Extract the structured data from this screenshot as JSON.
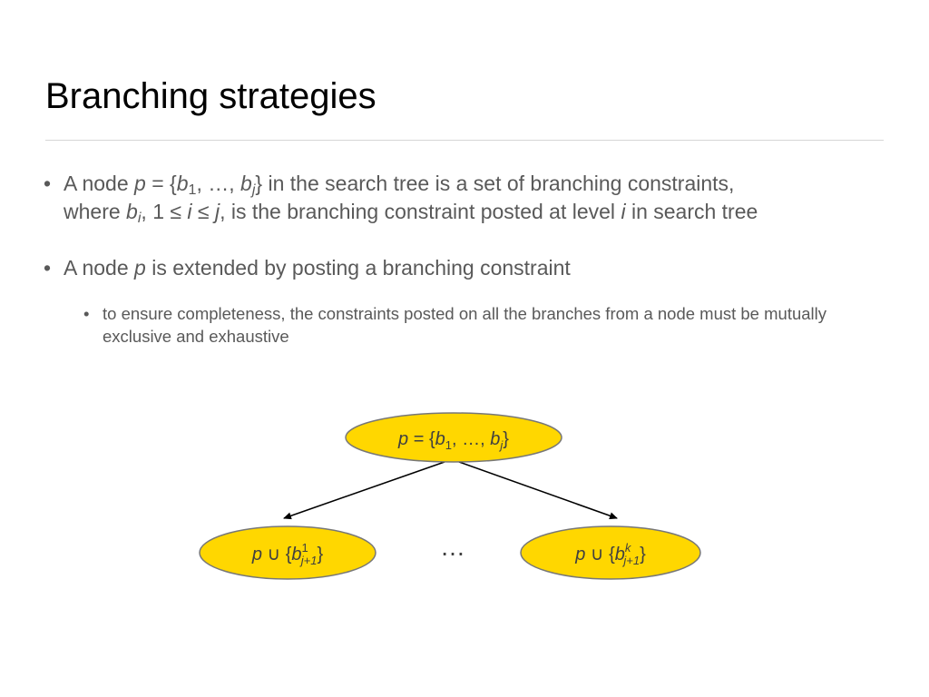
{
  "title": "Branching strategies",
  "bullets": [
    {
      "line1": {
        "pre": "A node ",
        "p": "p",
        "eq": " = {",
        "b1": "b",
        "s1": "1",
        "mid": ", …, ",
        "bj": "b",
        "sj": "j",
        "post": "} in the search tree is a set of branching constraints,"
      },
      "line2": {
        "pre": "where ",
        "bi": "b",
        "si": "i",
        "c1": ", 1 ≤ ",
        "i1": "i",
        "c2": " ≤ ",
        "j": "j",
        "c3": ", is the branching constraint posted at level ",
        "i2": "i",
        "post": " in search tree"
      }
    },
    {
      "pre": "A node ",
      "p": "p",
      "post": " is extended by posting a branching constraint"
    }
  ],
  "sub_bullet": "to ensure completeness, the constraints posted on all the branches from a node must be mutually exclusive and exhaustive",
  "bullet_symbol": "•",
  "diagram": {
    "fill_color": "#ffd700",
    "stroke_color": "#777777",
    "root": {
      "p": "p",
      "eq": " = {",
      "b1": "b",
      "s1": "1",
      "mid": ", …, ",
      "bj": "b",
      "sj": "j",
      "close": "}"
    },
    "left": {
      "p": "p",
      "cup": " ∪ {",
      "b": "b",
      "sup": "1",
      "sub": "j+1",
      "close": "}"
    },
    "right": {
      "p": "p",
      "cup": " ∪ {",
      "b": "b",
      "sup": "k",
      "sub": "j+1",
      "close": "}"
    },
    "ellipsis": "…"
  }
}
